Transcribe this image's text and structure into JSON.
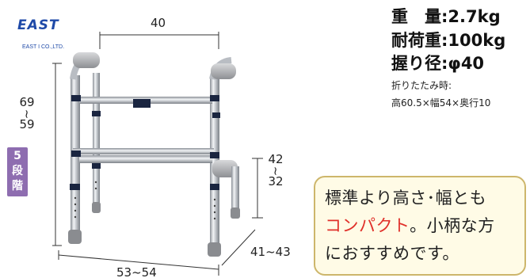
{
  "logo": {
    "mark": "EAST",
    "sub": "EAST I CO.,LTD."
  },
  "dimensions": {
    "width_top": "40",
    "height_top": "69",
    "height_tilde": "~",
    "height_bottom": "59",
    "grip_top": "42",
    "grip_tilde": "~",
    "grip_bottom": "32",
    "depth": "41~43",
    "width_bottom": "53~54"
  },
  "badge": {
    "char1": "5",
    "char2": "段",
    "char3": "階"
  },
  "specs": {
    "weight": "重　量:2.7kg",
    "load": "耐荷重:100kg",
    "grip": "握り径:φ40",
    "fold_label": "折りたたみ時:",
    "fold_size": "高60.5×幅54×奥行10"
  },
  "callout": {
    "line1": "標準より高さ･幅とも",
    "line2_red": "コンパクト",
    "line2_rest": "。小柄な方",
    "line3": "におすすめです。"
  },
  "colors": {
    "logo": "#1f4aa8",
    "badge": "#8e6db0",
    "accent_red": "#e0302a",
    "callout_border": "#cdb66b",
    "callout_bg": "#fffbe6"
  }
}
